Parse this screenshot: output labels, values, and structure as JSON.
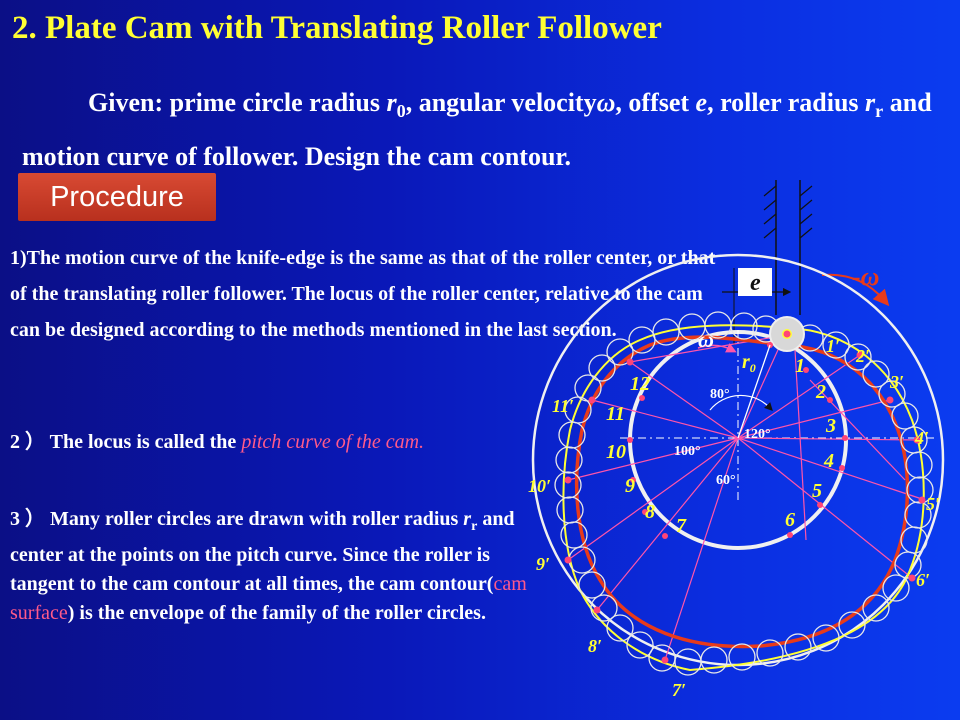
{
  "title": "2. Plate Cam with Translating Roller Follower",
  "given": {
    "t1": "Given: prime circle radius ",
    "r0_r": "r",
    "r0_sub": "0",
    "t2": ", angular velocity",
    "omega": "ω",
    "t3": ", offset ",
    "e": "e",
    "t4": ", roller radius ",
    "rr_r": "r",
    "rr_sub": "r",
    "t5": " and motion curve of follower. Design the cam contour."
  },
  "procedure_label": "Procedure",
  "step1": "1)The motion curve of the knife-edge is the same as that of the roller center, or that of the translating roller follower. The locus of the roller center, relative to the cam can be designed according to the methods mentioned in the last section.",
  "step2": {
    "lead": "2 ） The locus is called the ",
    "highlight": "pitch curve of the cam."
  },
  "step3": {
    "lead": "3 ） Many roller circles are drawn with roller radius ",
    "rr_r": "r",
    "rr_sub": "r",
    "mid": " and center at the points on the pitch curve. Since the roller is tangent to the cam contour at all times, the cam contour(",
    "highlight": "cam surface",
    "tail": ") is the envelope of the family of the roller circles."
  },
  "diagram": {
    "e_label": "e",
    "neg_omega": "-ω",
    "omega": "ω",
    "r0_label": "r",
    "r0_sub": "0",
    "angles": [
      "80°",
      "120°",
      "100°",
      "60°"
    ],
    "inner_labels": [
      "1",
      "2",
      "3",
      "4",
      "5",
      "6",
      "7",
      "8",
      "9",
      "10",
      "11",
      "12"
    ],
    "outer_labels": [
      "1′",
      "2′",
      "3′",
      "4′",
      "5′",
      "6′",
      "7′",
      "8′",
      "9′",
      "10′",
      "11′"
    ],
    "colors": {
      "prime_circle": "#f0f0f0",
      "cam_contour": "#e83a1a",
      "pitch_curve": "#ffff33",
      "ray_lines": "#ff55aa",
      "labels": "#ffff33",
      "angles_text": "#ffffff"
    }
  }
}
